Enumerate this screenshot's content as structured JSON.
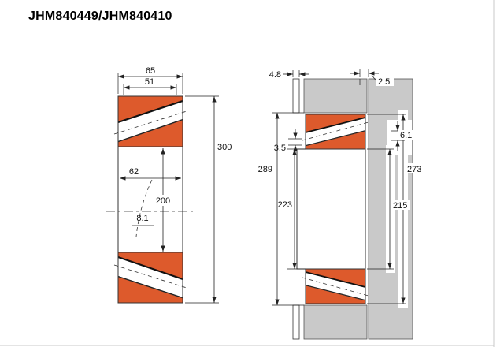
{
  "title": "JHM840449/JHM840410",
  "colors": {
    "ring": "#dd5a2c",
    "support": "#c9c9c9"
  },
  "left_view": {
    "label": "bearing-cross-section",
    "dims": {
      "cup_width": "65",
      "cone_front_width": "51",
      "inner_width": "62",
      "rib_offset": "8.1",
      "bore_diameter": "200",
      "outer_diameter": "300"
    }
  },
  "right_view": {
    "label": "mounted-section",
    "dims": {
      "cup_standout": "4.8",
      "housing_step": "2.5",
      "backface_gap": "3.5",
      "front_gap": "6.1",
      "housing_bore": "289",
      "outer_abutment": "273",
      "shaft_shoulder": "223",
      "inner_abutment": "215"
    }
  }
}
